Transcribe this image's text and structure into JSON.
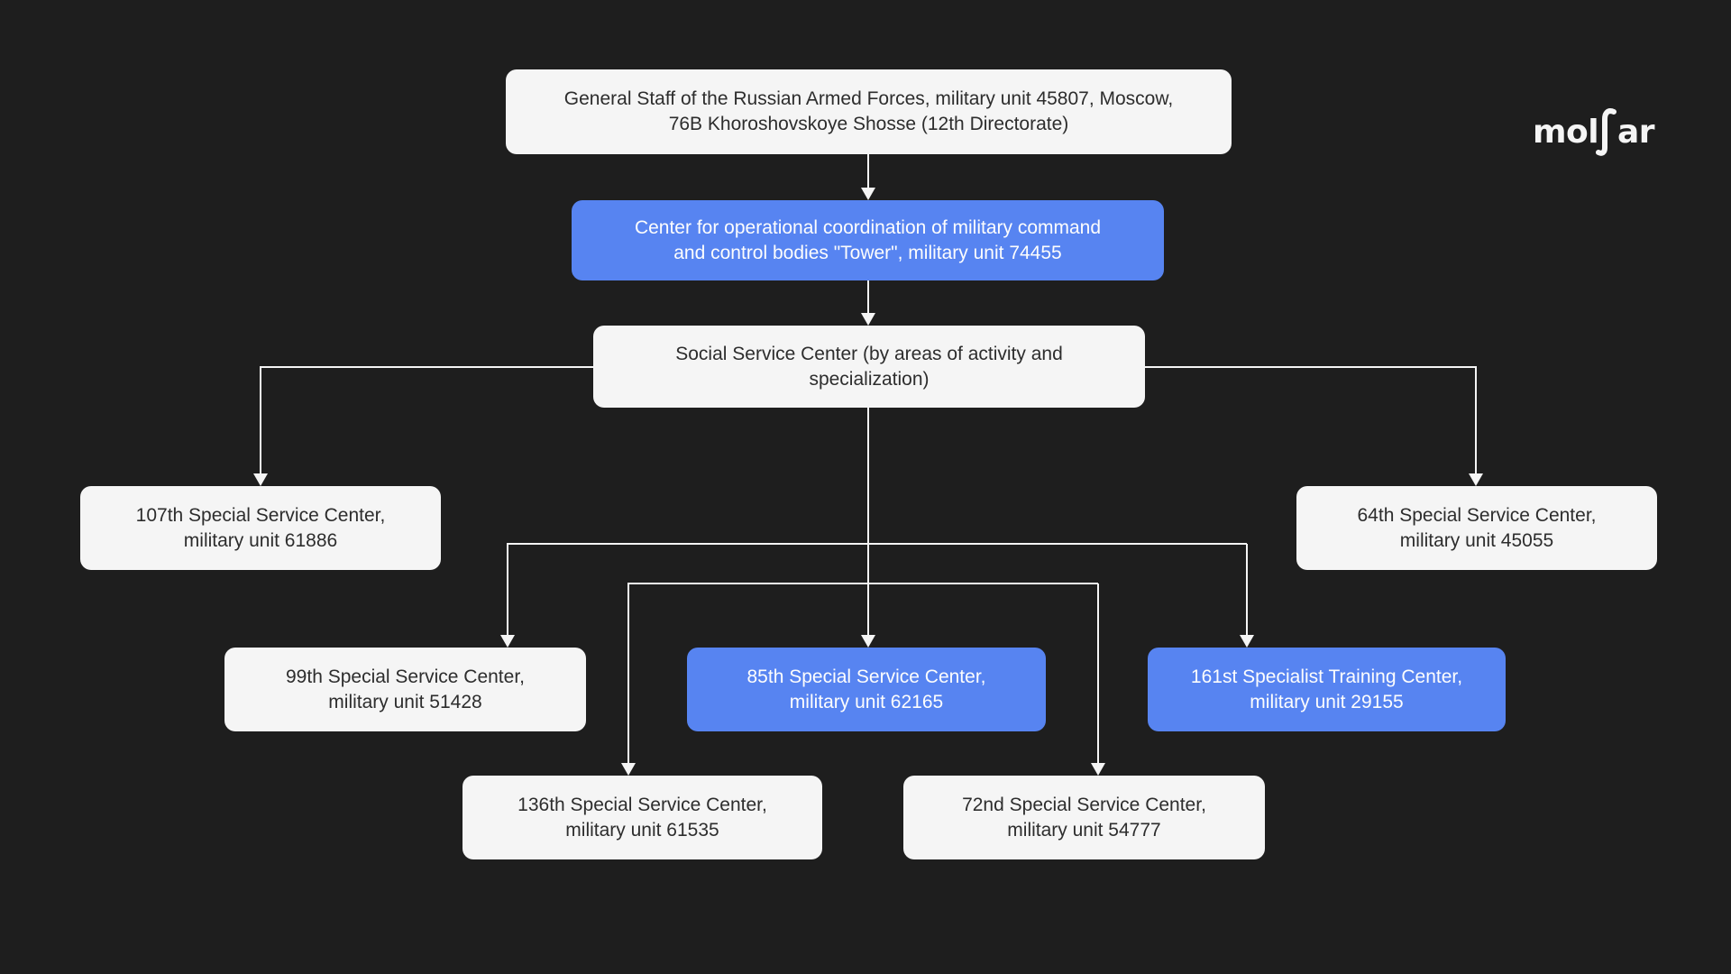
{
  "page": {
    "background": "#1e1e1e",
    "type": "organizational-chart"
  },
  "colors": {
    "background": "#1e1e1e",
    "node_light_bg": "#f5f5f5",
    "node_blue_bg": "#5784f1",
    "node_light_text": "#2d2d2d",
    "node_blue_text": "#ffffff",
    "connector": "#f5f5f5"
  },
  "logo": {
    "brand": "molfar",
    "part1": "mol",
    "part2": "ar"
  },
  "nodes": {
    "general_staff": {
      "variant": "light",
      "lines": [
        "General Staff of the Russian Armed Forces, military unit 45807, Moscow,",
        "76B Khoroshovskoye Shosse (12th Directorate)"
      ]
    },
    "tower_center": {
      "variant": "blue",
      "lines": [
        "Center for operational coordination of military command",
        "and control bodies \"Tower\", military unit 74455"
      ]
    },
    "social_service_center": {
      "variant": "light",
      "lines": [
        "Social Service Center (by areas of activity and",
        "specialization)"
      ]
    },
    "center_107": {
      "variant": "light",
      "lines": [
        "107th Special Service Center,",
        "military unit 61886"
      ]
    },
    "center_64": {
      "variant": "light",
      "lines": [
        "64th Special Service Center,",
        "military unit 45055"
      ]
    },
    "center_99": {
      "variant": "light",
      "lines": [
        "99th Special Service Center,",
        "military unit 51428"
      ]
    },
    "center_85": {
      "variant": "blue",
      "lines": [
        "85th Special Service Center,",
        "military unit 62165"
      ]
    },
    "center_161": {
      "variant": "blue",
      "lines": [
        "161st Specialist Training Center,",
        "military unit 29155"
      ]
    },
    "center_136": {
      "variant": "light",
      "lines": [
        "136th Special Service Center,",
        "military unit 61535"
      ]
    },
    "center_72": {
      "variant": "light",
      "lines": [
        "72nd Special Service Center,",
        "military unit 54777"
      ]
    }
  }
}
